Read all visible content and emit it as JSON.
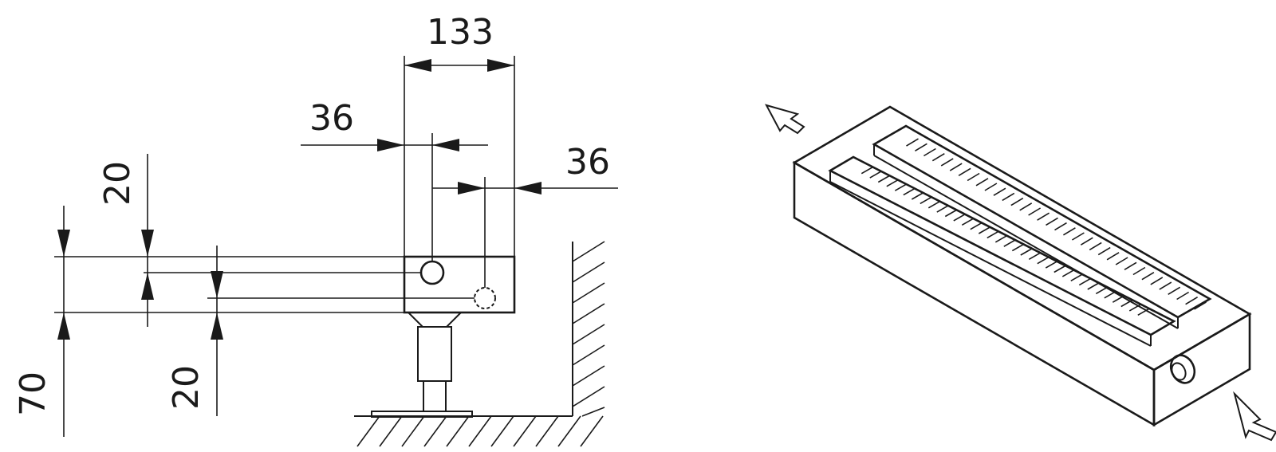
{
  "dimensions": {
    "width_total": "133",
    "inlet_offset_left": "36",
    "outlet_offset_right": "36",
    "inlet_offset_top": "20",
    "outlet_offset_bottom": "20",
    "overall_height": "70"
  }
}
